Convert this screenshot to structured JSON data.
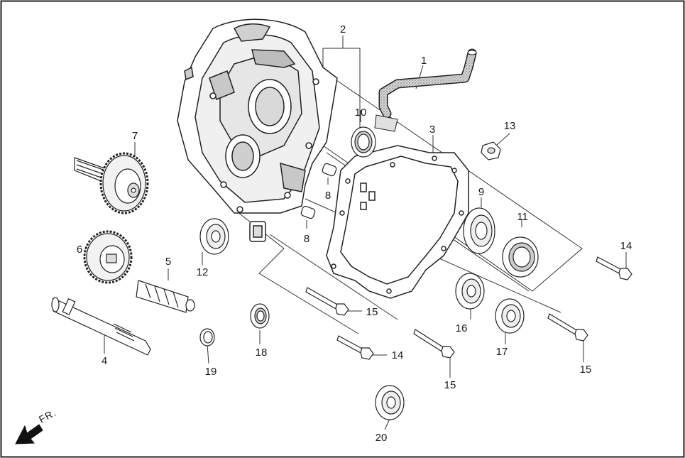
{
  "diagram": {
    "direction_label": "FR.",
    "callouts": [
      {
        "id": "c1",
        "text": "1"
      },
      {
        "id": "c2",
        "text": "2"
      },
      {
        "id": "c3",
        "text": "3"
      },
      {
        "id": "c4",
        "text": "4"
      },
      {
        "id": "c5",
        "text": "5"
      },
      {
        "id": "c6",
        "text": "6"
      },
      {
        "id": "c7",
        "text": "7"
      },
      {
        "id": "c8a",
        "text": "8"
      },
      {
        "id": "c8b",
        "text": "8"
      },
      {
        "id": "c9",
        "text": "9"
      },
      {
        "id": "c10",
        "text": "10"
      },
      {
        "id": "c11",
        "text": "11"
      },
      {
        "id": "c12",
        "text": "12"
      },
      {
        "id": "c13",
        "text": "13"
      },
      {
        "id": "c14a",
        "text": "14"
      },
      {
        "id": "c14b",
        "text": "14"
      },
      {
        "id": "c15a",
        "text": "15"
      },
      {
        "id": "c15b",
        "text": "15"
      },
      {
        "id": "c15c",
        "text": "15"
      },
      {
        "id": "c16",
        "text": "16"
      },
      {
        "id": "c17",
        "text": "17"
      },
      {
        "id": "c18",
        "text": "18"
      },
      {
        "id": "c19",
        "text": "19"
      },
      {
        "id": "c20",
        "text": "20"
      }
    ]
  }
}
